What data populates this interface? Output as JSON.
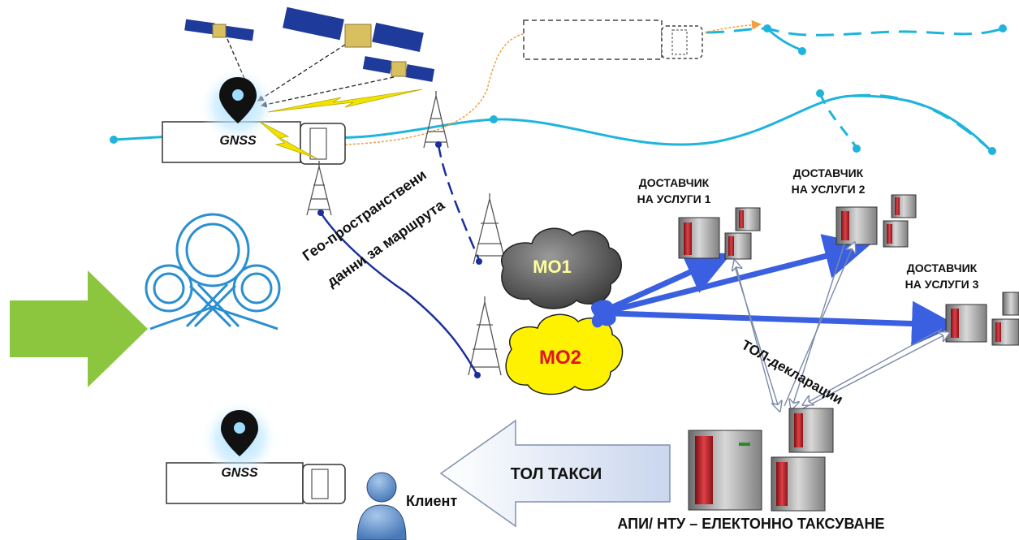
{
  "labels": {
    "gnss_top": "GNSS",
    "gnss_bottom": "GNSS",
    "geo_line1": "Гео-пространствени",
    "geo_line2": "данни  за маршрута",
    "mo1": "МО1",
    "mo2": "МО2",
    "provider1_line1": "ДОСТАВЧИК",
    "provider1_line2": "НА УСЛУГИ 1",
    "provider2_line1": "ДОСТАВЧИК",
    "provider2_line2": "НА УСЛУГИ 2",
    "provider3_line1": "ДОСТАВЧИК",
    "provider3_line2": "НА УСЛУГИ 3",
    "toll_declarations": "ТОЛ-декларации",
    "toll_taxes": "ТОЛ ТАКСИ",
    "client": "Клиент",
    "api_ntu": "АПИ/ НТУ – ЕЛЕКТОННО ТАКСУВАНЕ"
  },
  "colors": {
    "road": "#1eb4dc",
    "route_blue": "#1a2f9a",
    "arrow_blue": "#3a5fe0",
    "green_arrow": "#8cc63f",
    "logo": "#2a8fd0",
    "mo2_fill": "#fff200",
    "mo2_text": "#e0141e",
    "mo1_text": "#ffff99",
    "orange_path": "#f0a040",
    "server_red": "#c0282e"
  }
}
